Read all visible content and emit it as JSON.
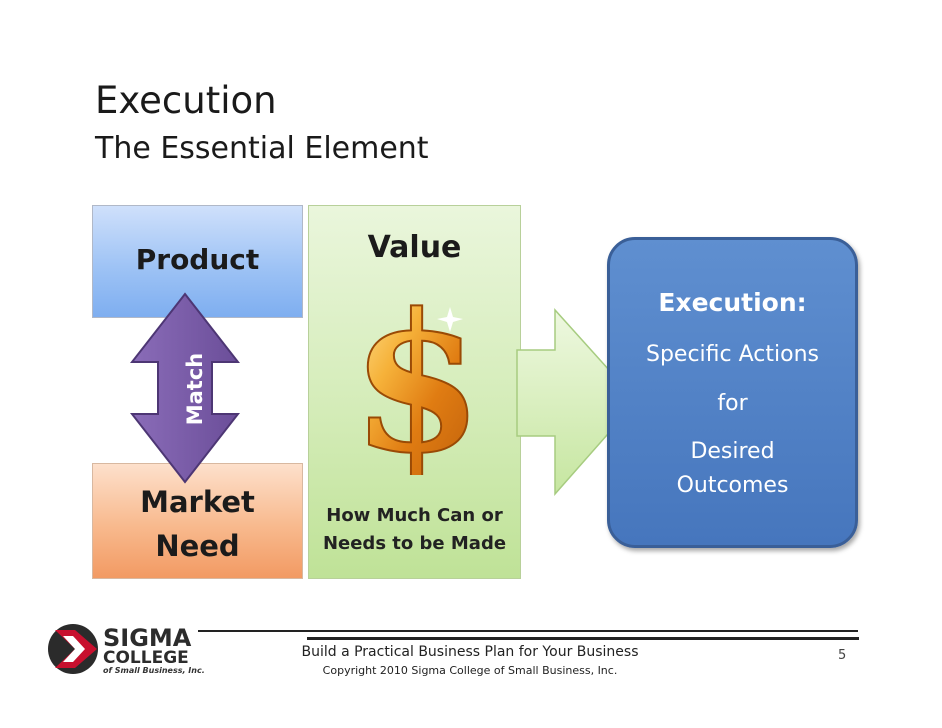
{
  "slide": {
    "title": "Execution",
    "subtitle": "The Essential Element",
    "product_label": "Product",
    "match_label": "Match",
    "market_label_line1": "Market",
    "market_label_line2": "Need",
    "value_label": "Value",
    "dollar_icon": "dollar-sign-icon",
    "howmuch_line1": "How Much Can or",
    "howmuch_line2": "Needs to be Made",
    "execution": {
      "heading": "Execution:",
      "line1": "Specific Actions",
      "line2": "for",
      "line3": "Desired",
      "line4": "Outcomes"
    }
  },
  "footer": {
    "logo_line1": "SIGMA",
    "logo_line2": "COLLEGE",
    "logo_line3": "of Small Business, Inc.",
    "main": "Build a Practical Business Plan for Your Business",
    "copyright": "Copyright 2010 Sigma College of Small Business, Inc.",
    "page_number": "5"
  },
  "colors": {
    "product_box": "#9ec3f5",
    "market_box": "#f8b98d",
    "value_box": "#d4ecb8",
    "match_arrow": "#7b5ea7",
    "execution_box": "#4f80c4",
    "arrow_fill": "#d9f0c0"
  }
}
